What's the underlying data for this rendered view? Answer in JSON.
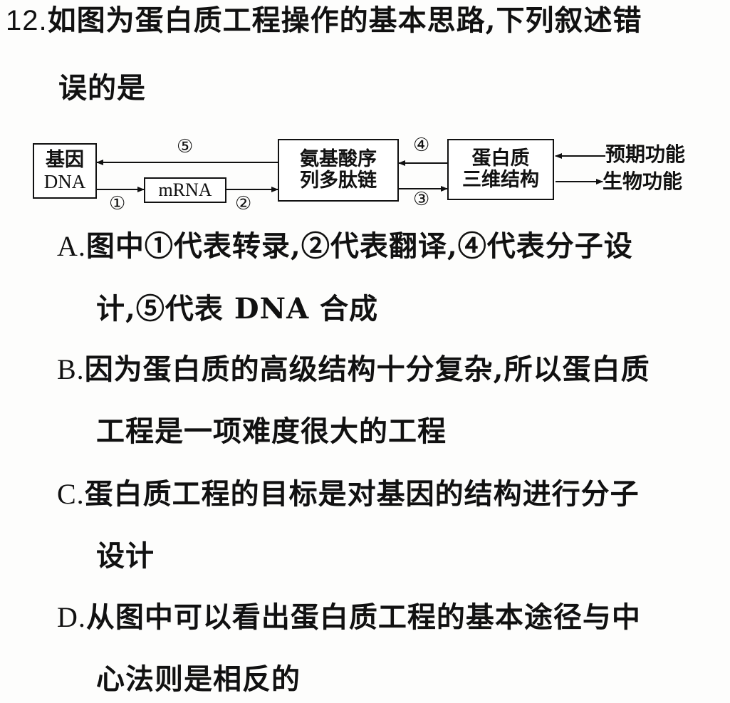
{
  "question": {
    "number": "12.",
    "stem_line1": "如图为蛋白质工程操作的基本思路,下列叙述错",
    "stem_line2": "误的是"
  },
  "diagram": {
    "box_gene_line1": "基因",
    "box_gene_line2": "DNA",
    "box_mrna": "mRNA",
    "box_peptide_line1": "氨基酸序",
    "box_peptide_line2": "列多肽链",
    "box_protein_line1": "蛋白质",
    "box_protein_line2": "三维结构",
    "label_expected": "预期功能",
    "label_bio": "生物功能",
    "step1": "①",
    "step2": "②",
    "step3": "③",
    "step4": "④",
    "step5": "⑤"
  },
  "options": {
    "a_label": "A.",
    "a_line1": "图中①代表转录,②代表翻译,④代表分子设",
    "a_line2": "计,⑤代表 DNA 合成",
    "b_label": "B.",
    "b_line1": "因为蛋白质的高级结构十分复杂,所以蛋白质",
    "b_line2": "工程是一项难度很大的工程",
    "c_label": "C.",
    "c_line1": "蛋白质工程的目标是对基因的结构进行分子",
    "c_line2": "设计",
    "d_label": "D.",
    "d_line1": "从图中可以看出蛋白质工程的基本途径与中",
    "d_line2": "心法则是相反的"
  }
}
